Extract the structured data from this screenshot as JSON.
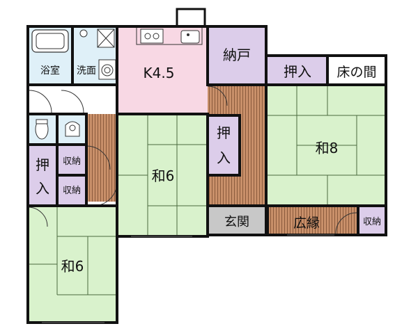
{
  "floorplan": {
    "rooms": {
      "bath": "浴室",
      "washroom": "洗面",
      "kitchen": "K4.5",
      "storage_nando": "納戸",
      "closet_ne": "押入",
      "tokonoma": "床の間",
      "washitsu_8": "和8",
      "closet_center_1": "押",
      "closet_center_2": "入",
      "washitsu_6_center": "和6",
      "closet_w_1": "押",
      "closet_w_2": "入",
      "shuno_1": "収納",
      "shuno_2": "収納",
      "washitsu_6_sw": "和6",
      "genkan": "玄関",
      "hiroen": "広縁",
      "shuno_e": "収納"
    },
    "colors": {
      "wall": "#111111",
      "tatami": "#d9f2cc",
      "kitchen": "#f8d8e4",
      "storage": "#dccdea",
      "wet_area": "#dff0f8",
      "flooring": "#c9906a",
      "flooring_line": "#8a5a3c",
      "genkan": "#c8c8c8",
      "closet": "#ffffff"
    }
  }
}
